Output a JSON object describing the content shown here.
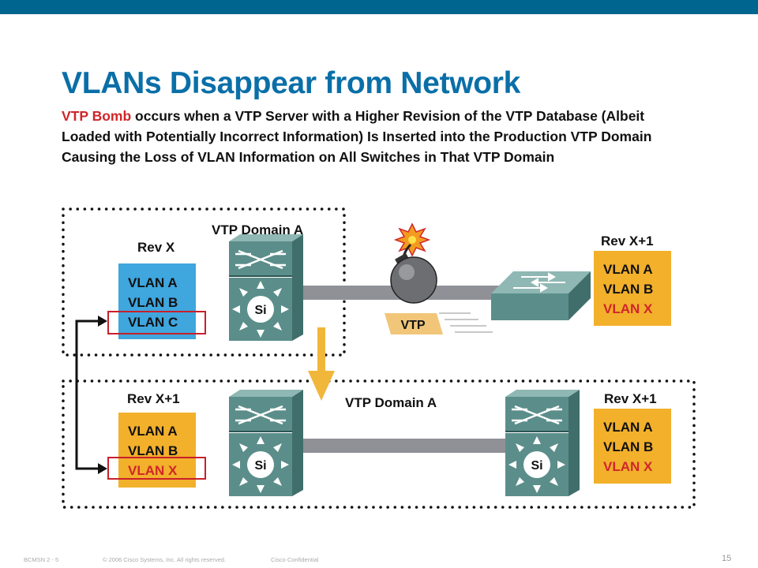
{
  "slide": {
    "title": "VLANs Disappear from Network",
    "subtitle_highlight": "VTP Bomb",
    "subtitle_rest": " occurs when a VTP Server with a Higher Revision of the VTP Database (Albeit Loaded with Potentially Incorrect Information) Is Inserted into the Production VTP Domain Causing the Loss of VLAN Information on All Switches in That VTP Domain"
  },
  "top_domain": {
    "label": "VTP Domain A",
    "left_rev": "Rev X",
    "left_vlans": [
      "VLAN A",
      "VLAN B",
      "VLAN C"
    ],
    "right_rev": "Rev X+1",
    "right_vlans": [
      "VLAN A",
      "VLAN B",
      "VLAN X"
    ],
    "vtp_tag": "VTP",
    "switch_label": "Si"
  },
  "bottom_domain": {
    "label": "VTP Domain A",
    "left_rev": "Rev X+1",
    "left_vlans": [
      "VLAN A",
      "VLAN B",
      "VLAN X"
    ],
    "right_rev": "Rev X+1",
    "right_vlans": [
      "VLAN A",
      "VLAN B",
      "VLAN X"
    ],
    "switch_label": "Si"
  },
  "footer": {
    "course": "BCMSN 2 - 5",
    "copyright": "© 2006 Cisco Systems, Inc. All rights reserved.",
    "confidential": "Cisco Confidential",
    "page": "15"
  },
  "colors": {
    "title": "#0a6fa8",
    "highlight": "#d0262a",
    "blue_box": "#3fa6de",
    "gold_box": "#f2b02b",
    "red_outline": "#c8202a",
    "switch_teal": "#5b8e8a",
    "link_gray": "#8f9197",
    "arrow_gold": "#f0b73a"
  },
  "icons": [
    "multilayer-switch-icon",
    "workgroup-switch-icon",
    "bomb-icon",
    "down-arrow-icon",
    "elbow-arrow-icon"
  ]
}
